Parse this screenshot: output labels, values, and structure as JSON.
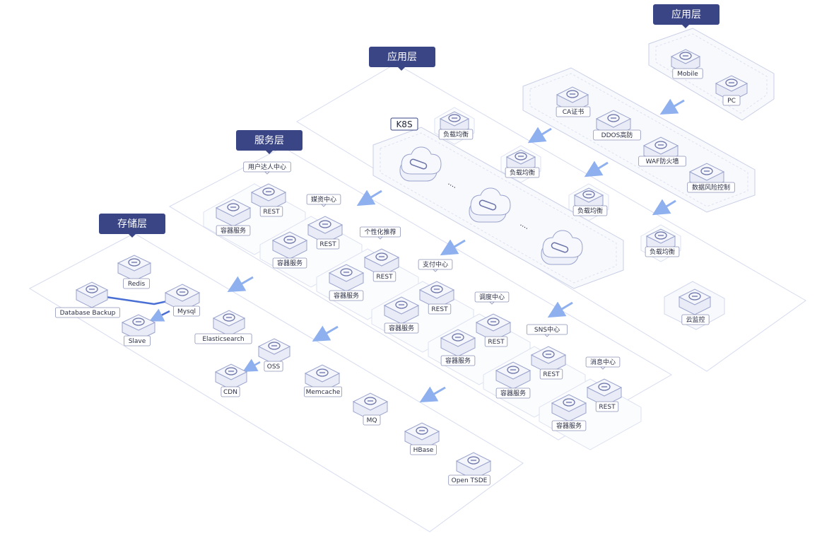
{
  "colors": {
    "tag_bg": "#3a4586",
    "tag_text": "#ffffff",
    "outline": "#c9cfe6",
    "tile_fill": "#f4f6fc",
    "tile_stroke": "#9aa3cc",
    "icon_stroke": "#6b74a8",
    "arrow": "#8fb0ef",
    "dark_line": "#4a6fd4"
  },
  "layers": {
    "app_right": "应用层",
    "app_center": "应用层",
    "service": "服务层",
    "storage": "存储层"
  },
  "k8s": {
    "label": "K8S",
    "ellipsis": "····"
  },
  "clients": {
    "mobile": "Mobile",
    "pc": "PC"
  },
  "security": {
    "ca": "CA证书",
    "ddos": "DDOS高防",
    "waf": "WAF防火墙",
    "risk": "数据风险控制"
  },
  "load_balancers": [
    "负载均衡",
    "负载均衡",
    "负载均衡",
    "负载均衡"
  ],
  "monitor": "云监控",
  "services": [
    {
      "name": "用户达人中心",
      "rest": "REST",
      "container": "容器服务"
    },
    {
      "name": "媒资中心",
      "rest": "REST",
      "container": "容器服务"
    },
    {
      "name": "个性化推荐",
      "rest": "REST",
      "container": "容器服务"
    },
    {
      "name": "支付中心",
      "rest": "REST",
      "container": "容器服务"
    },
    {
      "name": "调度中心",
      "rest": "REST",
      "container": "容器服务"
    },
    {
      "name": "SNS中心",
      "rest": "REST",
      "container": "容器服务"
    },
    {
      "name": "消息中心",
      "rest": "REST",
      "container": "容器服务"
    }
  ],
  "storage": {
    "redis": "Redis",
    "db_backup": "Database Backup",
    "mysql": "Mysql",
    "slave": "Slave",
    "elasticsearch": "Elasticsearch",
    "oss": "OSS",
    "cdn": "CDN",
    "memcache": "Memcache",
    "mq": "MQ",
    "hbase": "HBase",
    "opentsde": "Open TSDE"
  }
}
